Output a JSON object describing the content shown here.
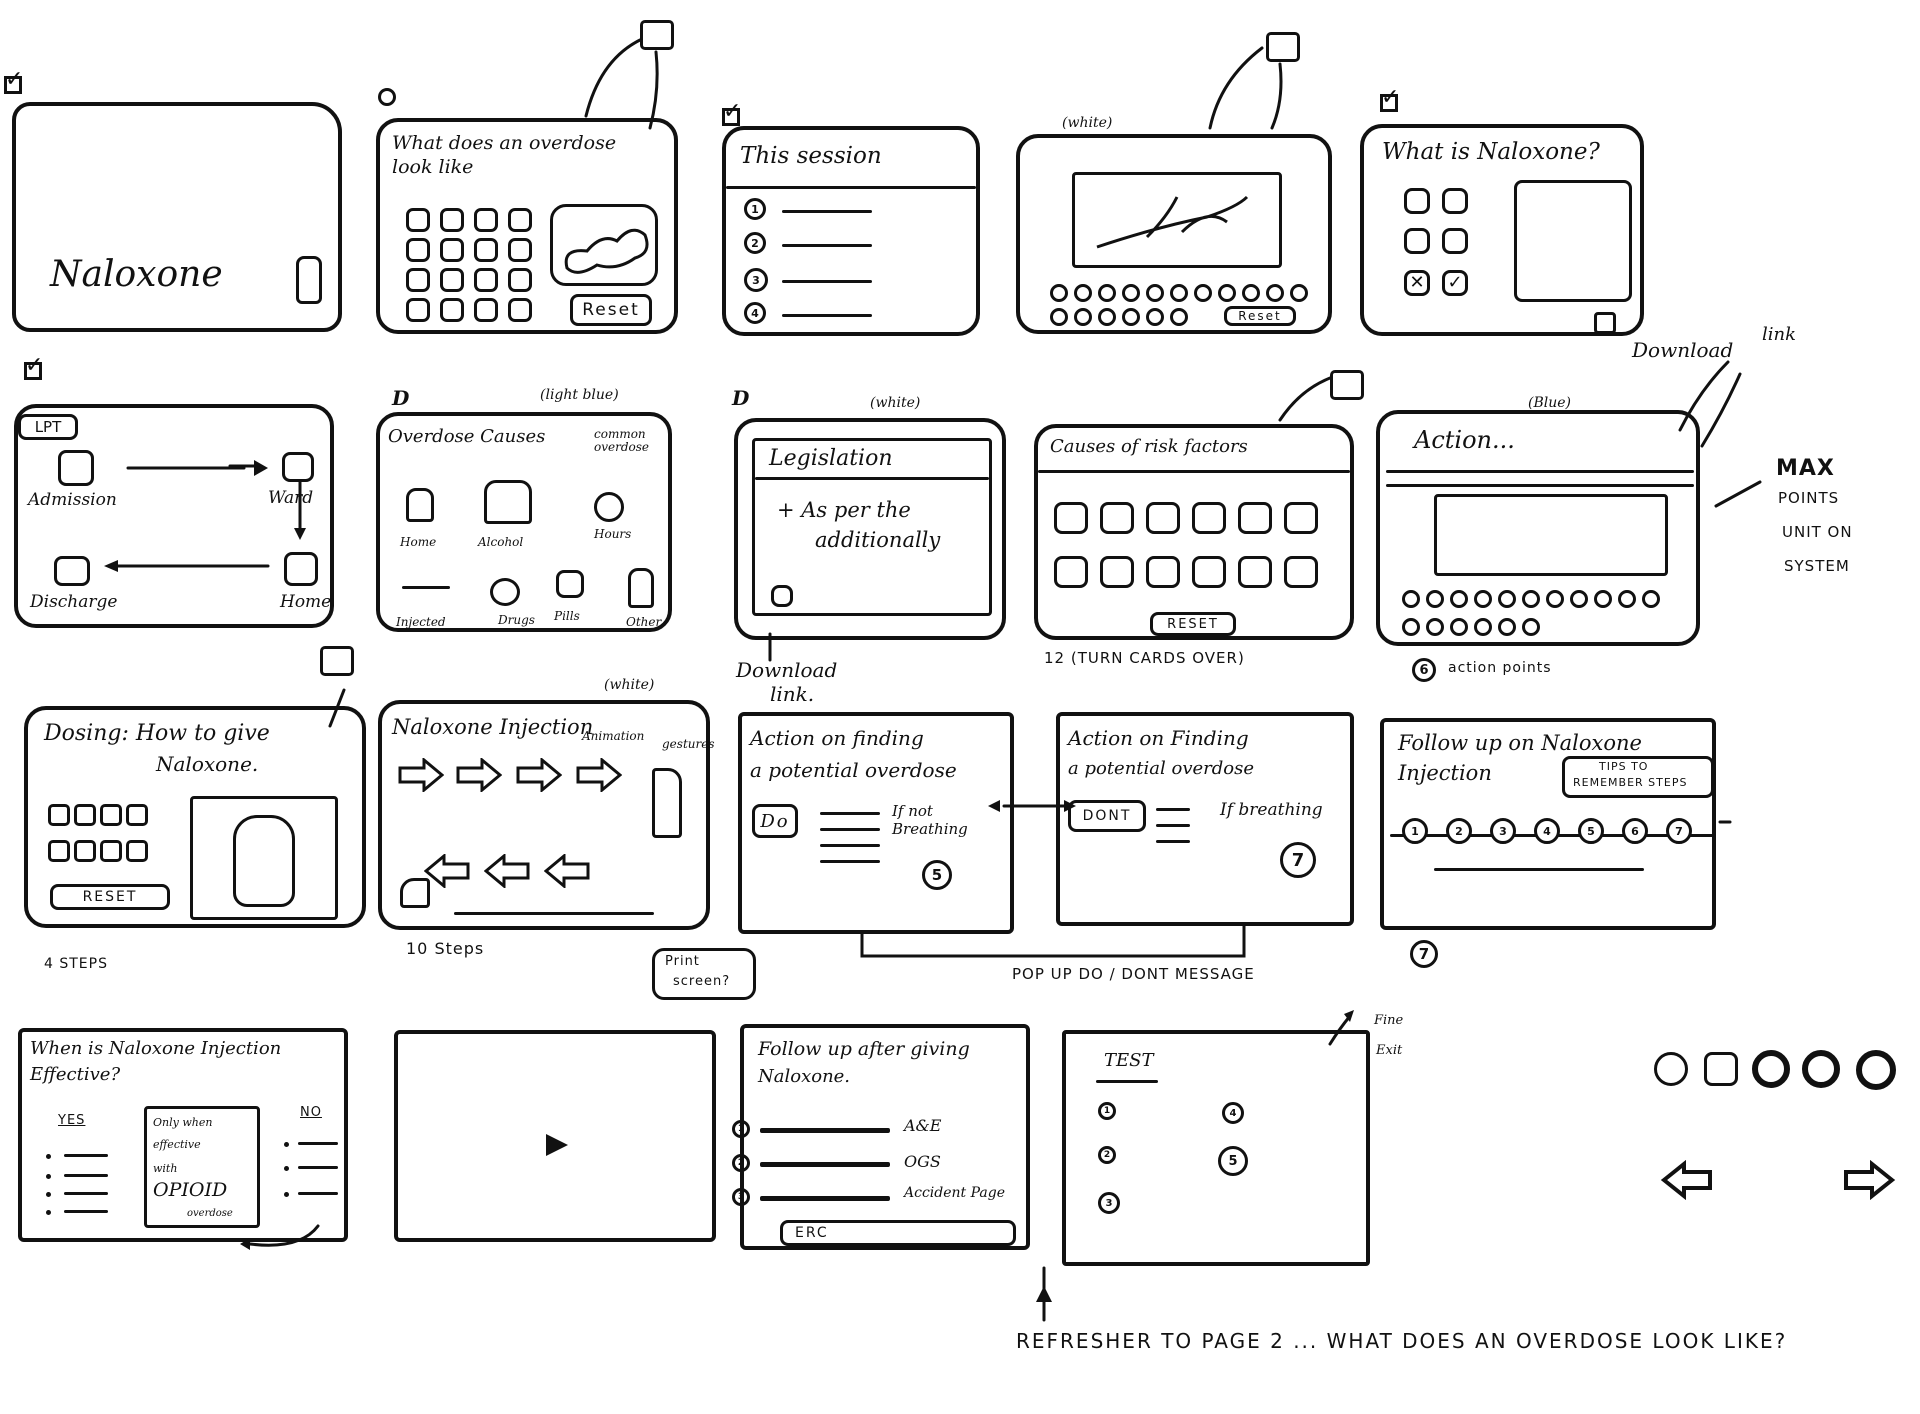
{
  "frame1": {
    "title": "Naloxone"
  },
  "frame2": {
    "title": "What does an overdose look like",
    "reset": "Reset"
  },
  "frame3": {
    "title": "This session",
    "items": [
      "1",
      "2",
      "3",
      "4"
    ]
  },
  "frame4": {
    "note": "(white)",
    "reset": "Reset"
  },
  "frame5": {
    "title": "What is Naloxone?",
    "download": "Download",
    "link": "link"
  },
  "frame6": {
    "tag": "LPT",
    "nodes": [
      "Admission",
      "Ward",
      "Home",
      "Discharge"
    ]
  },
  "frame7": {
    "note": "(light blue)",
    "title": "Overdose Causes",
    "sub": "common overdose",
    "labels": [
      "Home",
      "Alcohol",
      "Hours",
      "Injected",
      "Drugs",
      "Pills",
      "Other"
    ]
  },
  "frame8": {
    "note": "(white)",
    "title": "Legislation",
    "body1": "+ As per the",
    "body2": "additionally",
    "download": "Download",
    "link": "link."
  },
  "frame9": {
    "title": "Causes of risk factors",
    "reset": "RESET",
    "caption": "12 (TURN CARDS OVER)"
  },
  "frame10": {
    "note": "(Blue)",
    "title": "Action...",
    "max1": "MAX",
    "max2": "POINTS",
    "max3": "UNIT ON",
    "max4": "SYSTEM",
    "caption": "action points",
    "num": "6"
  },
  "frame11": {
    "title1": "Dosing: How to give",
    "title2": "Naloxone.",
    "reset": "RESET",
    "caption": "4 STEPS"
  },
  "frame12": {
    "note": "(white)",
    "title": "Naloxone Injection",
    "sub1": "Animation",
    "sub2": "gestures",
    "caption": "10 Steps",
    "print1": "Print",
    "print2": "screen?"
  },
  "frame13": {
    "title1": "Action on finding",
    "title2": "a potential overdose",
    "do": "Do",
    "side1": "If not",
    "side2": "Breathing",
    "num": "5"
  },
  "frame14": {
    "title1": "Action on Finding",
    "title2": "a potential overdose",
    "dont": "DONT",
    "side": "If breathing",
    "num": "7",
    "caption": "POP UP DO / DONT MESSAGE"
  },
  "frame15": {
    "title1": "Follow up on Naloxone",
    "title2": "Injection",
    "tips1": "TIPS TO",
    "tips2": "REMEMBER STEPS",
    "steps": [
      "1",
      "2",
      "3",
      "4",
      "5",
      "6",
      "7"
    ],
    "caption": "7"
  },
  "frame16": {
    "title1": "When is Naloxone Injection",
    "title2": "Effective?",
    "yes": "YES",
    "no": "NO",
    "inner1": "Only when",
    "inner2": "effective",
    "inner3": "with",
    "inner4": "OPIOID",
    "inner5": "overdose"
  },
  "frame18": {
    "title1": "Follow up after giving",
    "title2": "Naloxone.",
    "items": [
      "A&E",
      "OGS",
      "Accident Page"
    ],
    "nums": [
      "1",
      "2",
      "3"
    ],
    "bottom": "ERC"
  },
  "frame19": {
    "title": "TEST",
    "fine1": "Fine",
    "fine2": "Exit",
    "nums": [
      "1",
      "4",
      "2",
      "5",
      "3"
    ]
  },
  "footer": {
    "text": "REFRESHER TO PAGE 2 ... WHAT DOES AN OVERDOSE LOOK LIKE?"
  }
}
